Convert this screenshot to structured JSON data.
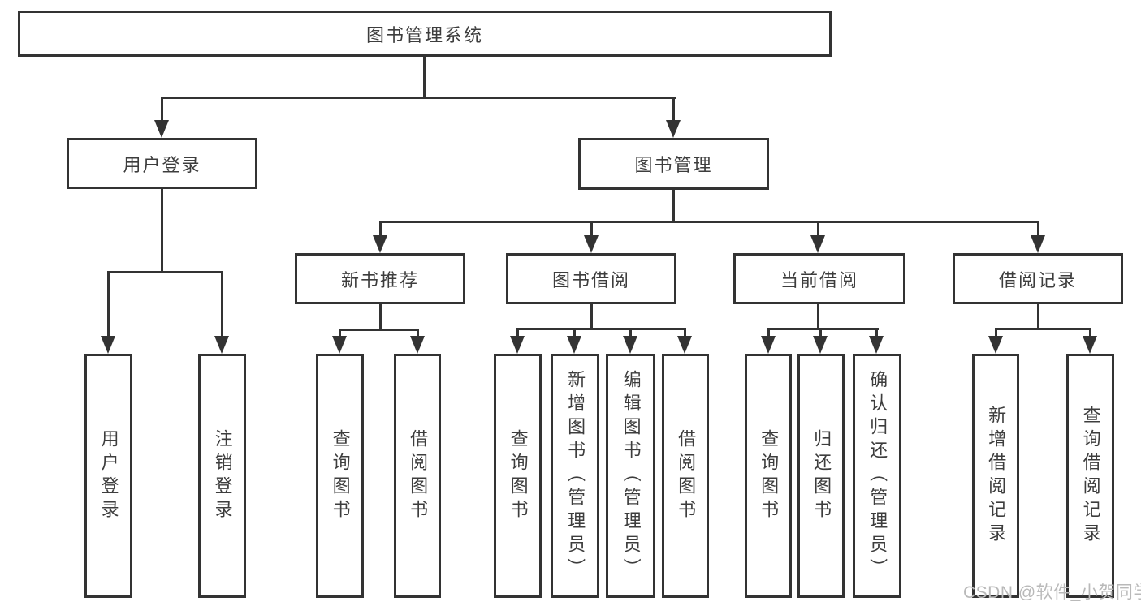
{
  "tree": {
    "root": {
      "label": "图书管理系统",
      "children": [
        {
          "label": "用户登录",
          "children": [
            {
              "label": "用户登录"
            },
            {
              "label": "注销登录"
            }
          ]
        },
        {
          "label": "图书管理",
          "children": [
            {
              "label": "新书推荐",
              "children": [
                {
                  "label": "查询图书"
                },
                {
                  "label": "借阅图书"
                }
              ]
            },
            {
              "label": "图书借阅",
              "children": [
                {
                  "label": "查询图书"
                },
                {
                  "label": "新增图书（管理员）"
                },
                {
                  "label": "编辑图书（管理员）"
                },
                {
                  "label": "借阅图书"
                }
              ]
            },
            {
              "label": "当前借阅",
              "children": [
                {
                  "label": "查询图书"
                },
                {
                  "label": "归还图书"
                },
                {
                  "label": "确认归还（管理员）"
                }
              ]
            },
            {
              "label": "借阅记录",
              "children": [
                {
                  "label": "新增借阅记录"
                },
                {
                  "label": "查询借阅记录"
                }
              ]
            }
          ]
        }
      ]
    }
  },
  "watermark": {
    "text": "CSDN @软件_小贺同学",
    "color": "#b9b9b9"
  },
  "colors": {
    "line": "#333333",
    "box_border": "#333333",
    "box_fill": "#ffffff",
    "text": "#3d3d3d",
    "background": "#ffffff"
  }
}
